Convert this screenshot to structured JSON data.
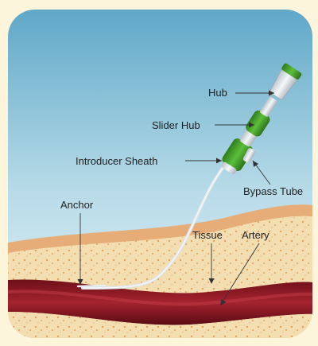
{
  "labels": {
    "hub": "Hub",
    "slider_hub": "Slider Hub",
    "introducer_sheath": "Introducer Sheath",
    "bypass_tube": "Bypass Tube",
    "anchor": "Anchor",
    "tissue": "Tissue",
    "artery": "Artery"
  },
  "colors": {
    "background_outer": "#fdf4dc",
    "panel_top": "#5fa8c8",
    "panel_bottom": "#dceef4",
    "skin": "#e8b07c",
    "tissue": "#f2dcae",
    "artery": "#8a1a24",
    "device_green": "#3f9a2a"
  }
}
